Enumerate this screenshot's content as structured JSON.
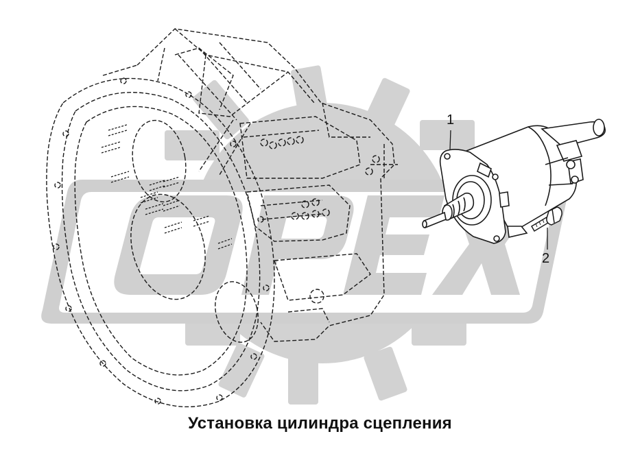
{
  "caption": "Установка цилиндра сцепления",
  "callouts": [
    {
      "number": "1"
    },
    {
      "number": "2"
    }
  ],
  "watermark": {
    "text": "OPEX",
    "color": "#d4d4d4",
    "badge": "gear-badge"
  },
  "colors": {
    "line": "#1a1a1a",
    "background": "#ffffff",
    "watermark_fill": "#cfcfcf",
    "watermark_dark": "#bdbdbd"
  }
}
